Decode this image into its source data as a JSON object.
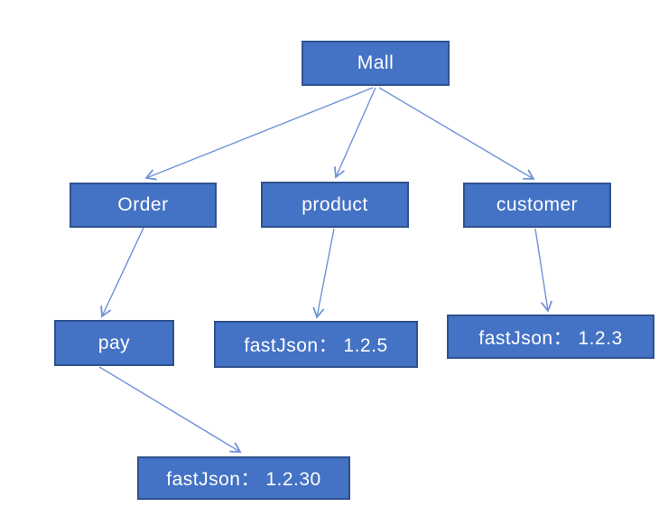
{
  "diagram": {
    "type": "tree",
    "background": "#ffffff",
    "colors": {
      "node_fill": "#4472C4",
      "node_border": "#2F528F",
      "node_text": "#ffffff",
      "arrow": "#7092D8"
    },
    "nodes": {
      "mall": {
        "label": "Mall"
      },
      "order": {
        "label": "Order"
      },
      "product": {
        "label": "product"
      },
      "customer": {
        "label": "customer"
      },
      "pay": {
        "label": "pay"
      },
      "fastjson_product": {
        "label": "fastJson： 1.2.5"
      },
      "fastjson_customer": {
        "label": "fastJson： 1.2.3"
      },
      "fastjson_pay": {
        "label": "fastJson： 1.2.30"
      }
    },
    "edges": [
      {
        "from": "mall",
        "to": "order"
      },
      {
        "from": "mall",
        "to": "product"
      },
      {
        "from": "mall",
        "to": "customer"
      },
      {
        "from": "order",
        "to": "pay"
      },
      {
        "from": "product",
        "to": "fastjson_product"
      },
      {
        "from": "customer",
        "to": "fastjson_customer"
      },
      {
        "from": "pay",
        "to": "fastjson_pay"
      }
    ]
  }
}
